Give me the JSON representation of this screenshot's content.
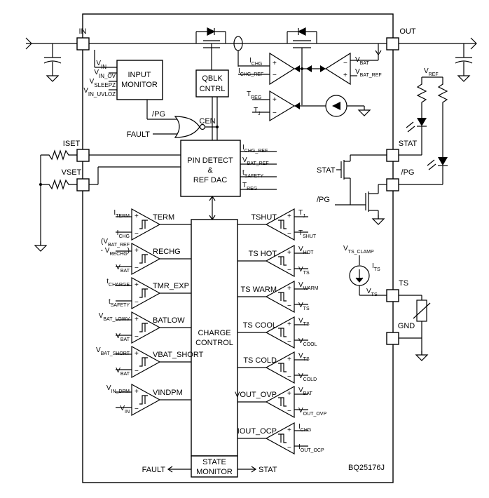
{
  "part_number": "BQ25176J",
  "pins": {
    "in": "IN",
    "out": "OUT",
    "iset": "ISET",
    "vset": "VSET",
    "stat": "STAT",
    "pg": "/PG",
    "ts": "TS",
    "gnd": "GND"
  },
  "blocks": {
    "input_monitor": [
      "INPUT",
      "MONITOR"
    ],
    "qblk": [
      "QBLK",
      "CNTRL"
    ],
    "pin_detect": [
      "PIN DETECT",
      "&",
      "REF DAC"
    ],
    "charge_control": [
      "CHARGE",
      "CONTROL"
    ],
    "state_monitor": [
      "STATE",
      "MONITOR"
    ]
  },
  "input_monitor_inputs": [
    {
      "main": "V",
      "sub": "IN"
    },
    {
      "main": "V",
      "sub": "IN_OV"
    },
    {
      "main": "V",
      "sub": "SLEEPZ"
    },
    {
      "main": "V",
      "sub": "IN_UVLOZ"
    }
  ],
  "misc_labels": {
    "pg_internal": "/PG",
    "fault": "FAULT",
    "cen": "CEN",
    "stat_internal": "STAT",
    "pg_internal2": "/PG",
    "fault_out": "FAULT",
    "stat_out": "STAT"
  },
  "amp_labels": {
    "ichg": {
      "main": "I",
      "sub": "CHG"
    },
    "ichg_ref": {
      "main": "I",
      "sub": "CHG_REF"
    },
    "vbat": {
      "main": "V",
      "sub": "BAT"
    },
    "vbat_ref": {
      "main": "V",
      "sub": "BAT_REF"
    },
    "treg": {
      "main": "T",
      "sub": "REG"
    },
    "tj": {
      "main": "T",
      "sub": "J"
    }
  },
  "ref_dac_outputs": [
    {
      "main": "I",
      "sub": "CHG_REF"
    },
    {
      "main": "V",
      "sub": "BAT_REF"
    },
    {
      "main": "t",
      "sub": "SAFETY"
    },
    {
      "main": "T",
      "sub": "REG"
    }
  ],
  "vref": {
    "main": "V",
    "sub": "REF"
  },
  "ts_clamp": {
    "main": "V",
    "sub": "TS_CLAMP"
  },
  "its": {
    "main": "I",
    "sub": "TS"
  },
  "vts": {
    "main": "V",
    "sub": "TS"
  },
  "left_comparators": [
    {
      "name": "TERM",
      "in1": {
        "main": "I",
        "sub": "TERM"
      },
      "in2": {
        "main": "I",
        "sub": "CHG"
      }
    },
    {
      "name": "RECHG",
      "pre": "(V",
      "pre_sub": "BAT_REF",
      "pre2": "- V",
      "pre2_sub": "RECHG",
      "pre2_tail": ")",
      "in2": {
        "main": "V",
        "sub": "BAT"
      }
    },
    {
      "name": "TMR_EXP",
      "in1": {
        "main": "t",
        "sub": "CHARGE"
      },
      "in2": {
        "main": "t",
        "sub": "SAFETY"
      }
    },
    {
      "name": "BATLOW",
      "in1": {
        "main": "V",
        "sub": "BAT_LOWV"
      },
      "in2": {
        "main": "V",
        "sub": "BAT"
      }
    },
    {
      "name": "VBAT_SHORT",
      "in1": {
        "main": "V",
        "sub": "BAT_SHORT"
      },
      "in2": {
        "main": "V",
        "sub": "BAT"
      }
    },
    {
      "name": "VINDPM",
      "in1": {
        "main": "V",
        "sub": "IN_DPM"
      },
      "in2": {
        "main": "V",
        "sub": "IN"
      }
    }
  ],
  "right_comparators": [
    {
      "name": "TSHUT",
      "in1": {
        "main": "T",
        "sub": "J"
      },
      "in2": {
        "main": "T",
        "sub": "SHUT"
      }
    },
    {
      "name": "TS HOT",
      "in1": {
        "main": "V",
        "sub": "HOT"
      },
      "in2": {
        "main": "V",
        "sub": "TS"
      }
    },
    {
      "name": "TS WARM",
      "in1": {
        "main": "V",
        "sub": "WARM"
      },
      "in2": {
        "main": "V",
        "sub": "TS"
      }
    },
    {
      "name": "TS COOL",
      "in1": {
        "main": "V",
        "sub": "TS"
      },
      "in2": {
        "main": "V",
        "sub": "COOL"
      }
    },
    {
      "name": "TS COLD",
      "in1": {
        "main": "V",
        "sub": "TS"
      },
      "in2": {
        "main": "V",
        "sub": "COLD"
      }
    },
    {
      "name": "VOUT_OVP",
      "in1": {
        "main": "V",
        "sub": "BAT"
      },
      "in2": {
        "main": "V",
        "sub": "OUT_OVP"
      }
    },
    {
      "name": "IOUT_OCP",
      "in1": {
        "main": "I",
        "sub": "CHG"
      },
      "in2": {
        "main": "I",
        "sub": "OUT_OCP"
      }
    }
  ]
}
